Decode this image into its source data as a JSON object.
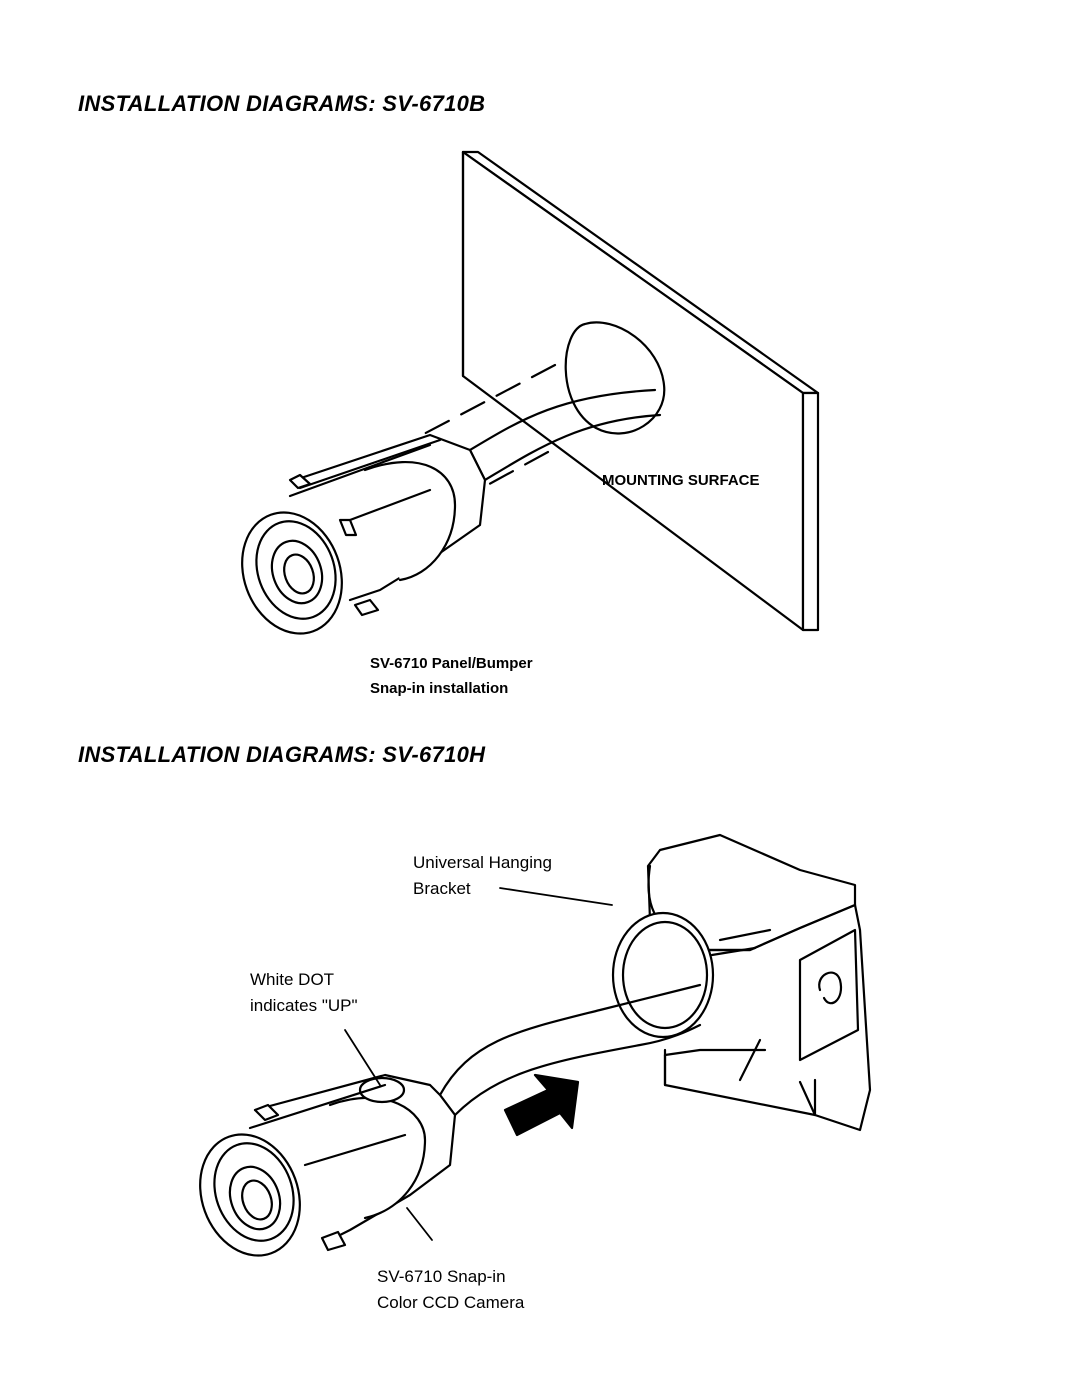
{
  "diagram_b": {
    "heading": "INSTALLATION DIAGRAMS: SV-6710B",
    "mounting_label": "MOUNTING SURFACE",
    "caption_line1": "SV-6710 Panel/Bumper",
    "caption_line2": "Snap-in installation"
  },
  "diagram_h": {
    "heading": "INSTALLATION DIAGRAMS: SV-6710H",
    "bracket_label_line1": "Universal Hanging",
    "bracket_label_line2": "Bracket",
    "dot_label_line1": "White DOT",
    "dot_label_line2": "indicates \"UP\"",
    "camera_label_line1": "SV-6710 Snap-in",
    "camera_label_line2": "Color CCD Camera"
  }
}
